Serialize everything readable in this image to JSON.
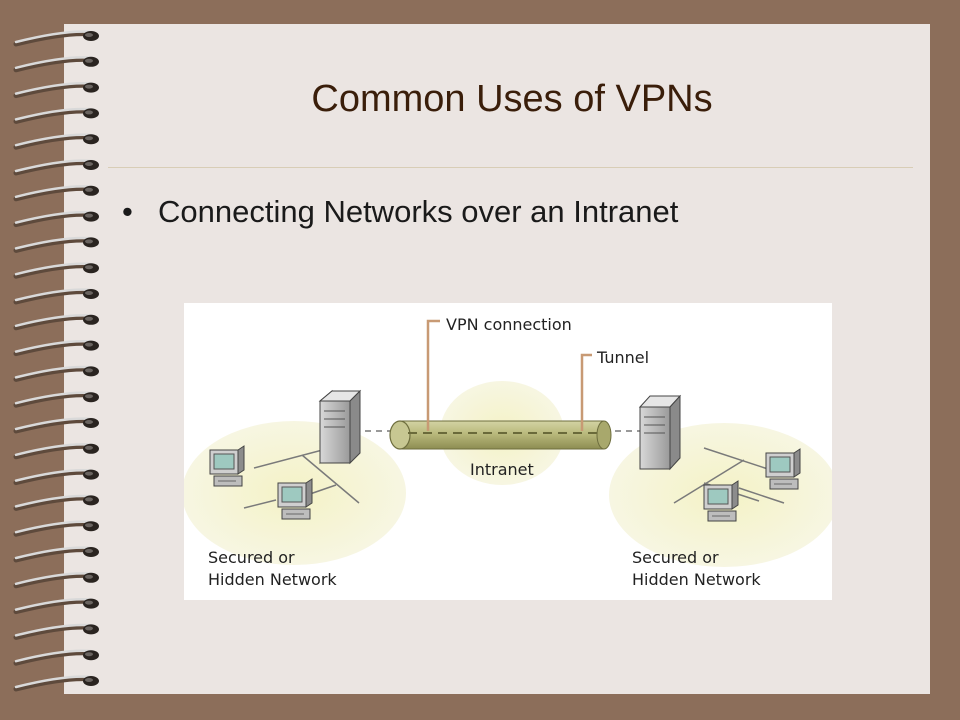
{
  "slide": {
    "title": "Common Uses of VPNs",
    "bullet": "Connecting Networks over an Intranet"
  },
  "diagram": {
    "labels": {
      "vpn_connection": "VPN connection",
      "tunnel": "Tunnel",
      "intranet": "Intranet",
      "left_network_line1": "Secured or",
      "left_network_line2": "Hidden Network",
      "right_network_line1": "Secured or",
      "right_network_line2": "Hidden Network"
    }
  },
  "colors": {
    "frame": "#8c6e5a",
    "paper": "#ebe5e2",
    "title_text": "#3a1e0a",
    "network_glow": "#f2f0c0",
    "tunnel": "#bdbd84",
    "callout": "#c89a74"
  }
}
